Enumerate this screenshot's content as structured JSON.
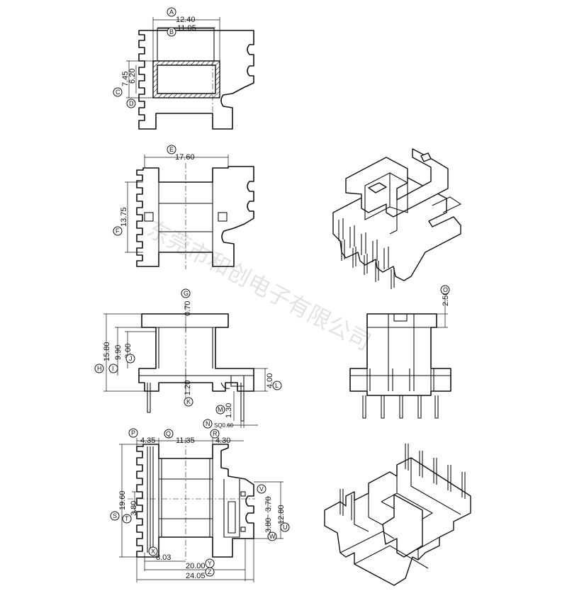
{
  "watermark": "东莞市和创电子有限公司",
  "top_view": {
    "dims": {
      "width_outer": "12.40",
      "width_inner": "11.05",
      "height_outer": "7.45",
      "height_inner": "6.20"
    },
    "labels": {
      "a": "A",
      "b": "B",
      "c": "C",
      "d": "D"
    }
  },
  "front_view": {
    "dims": {
      "width": "17.60",
      "height": "13.75"
    },
    "labels": {
      "e": "E",
      "f": "F"
    }
  },
  "side_view_left": {
    "dims": {
      "gap_top": "0.70",
      "total": "15.80",
      "mid": "9.90",
      "inner": "8.00",
      "pin_zone": "4.00",
      "base_gap": "1.20",
      "pin_len": "1.30",
      "pin_sq": "SQ0.60"
    },
    "labels": {
      "g": "G",
      "h": "H",
      "i": "I",
      "j": "J",
      "k": "K",
      "l": "L",
      "m": "M",
      "n": "N"
    }
  },
  "side_view_right": {
    "dims": {
      "top": "2.50"
    },
    "labels": {
      "o": "O"
    }
  },
  "bottom_view": {
    "dims": {
      "left_flange": "4.35",
      "core": "11.35",
      "right_flange": "4.30",
      "height": "19.60",
      "pitch_left": "3.80",
      "pitch_right_a": "3.70",
      "pitch_right_b": "3.80",
      "right_height": "12.80",
      "offset": "8.03",
      "pin_span": "20.00",
      "overall": "24.05"
    },
    "labels": {
      "p": "P",
      "q": "Q",
      "r": "R",
      "s": "S",
      "t": "T",
      "u": "U",
      "v": "V",
      "w": "W",
      "x": "X",
      "y": "Y",
      "z": "Z"
    }
  }
}
